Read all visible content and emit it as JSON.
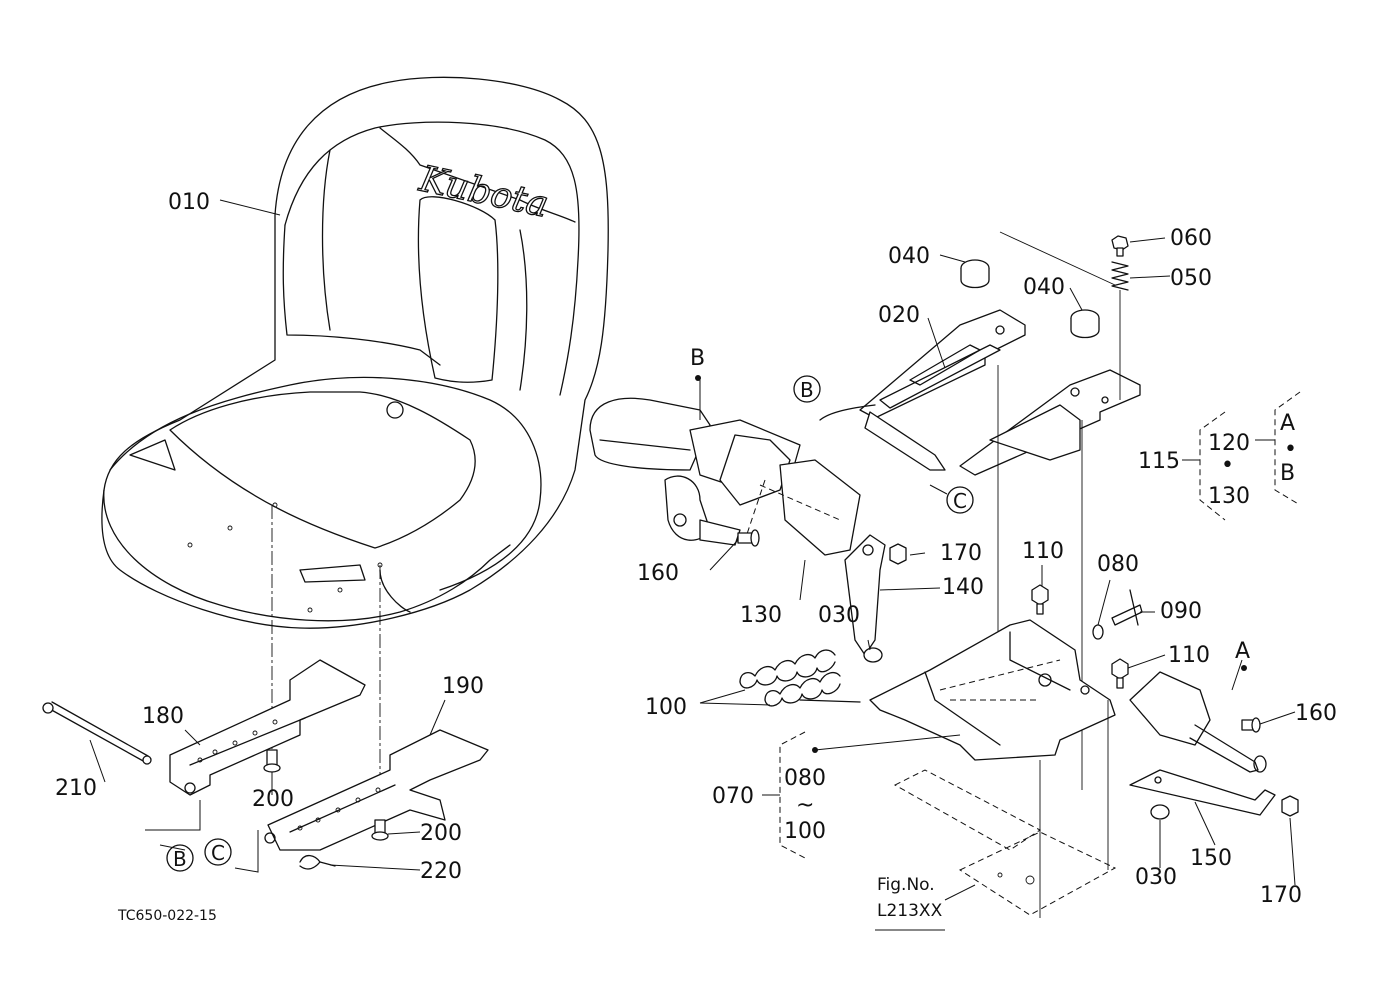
{
  "diagram": {
    "drawing_code": "TC650-022-15",
    "brand_logo": "Kubota",
    "fig_ref_line1": "Fig.No.",
    "fig_ref_line2": "L213XX",
    "tilde": "~",
    "dot": "•",
    "ref_markers": {
      "A": "A",
      "B": "B",
      "C": "C"
    },
    "part_labels": {
      "p010": "010",
      "p020": "020",
      "p030a": "030",
      "p030b": "030",
      "p040a": "040",
      "p040b": "040",
      "p050": "050",
      "p060": "060",
      "p070": "070",
      "p080a": "080",
      "p080b": "080",
      "p090": "090",
      "p100a": "100",
      "p100b": "100",
      "p110a": "110",
      "p110b": "110",
      "p115": "115",
      "p120": "120",
      "p130a": "130",
      "p130b": "130",
      "p140": "140",
      "p150": "150",
      "p160a": "160",
      "p160b": "160",
      "p170a": "170",
      "p170b": "170",
      "p180": "180",
      "p190": "190",
      "p200a": "200",
      "p200b": "200",
      "p210": "210",
      "p220": "220"
    }
  }
}
